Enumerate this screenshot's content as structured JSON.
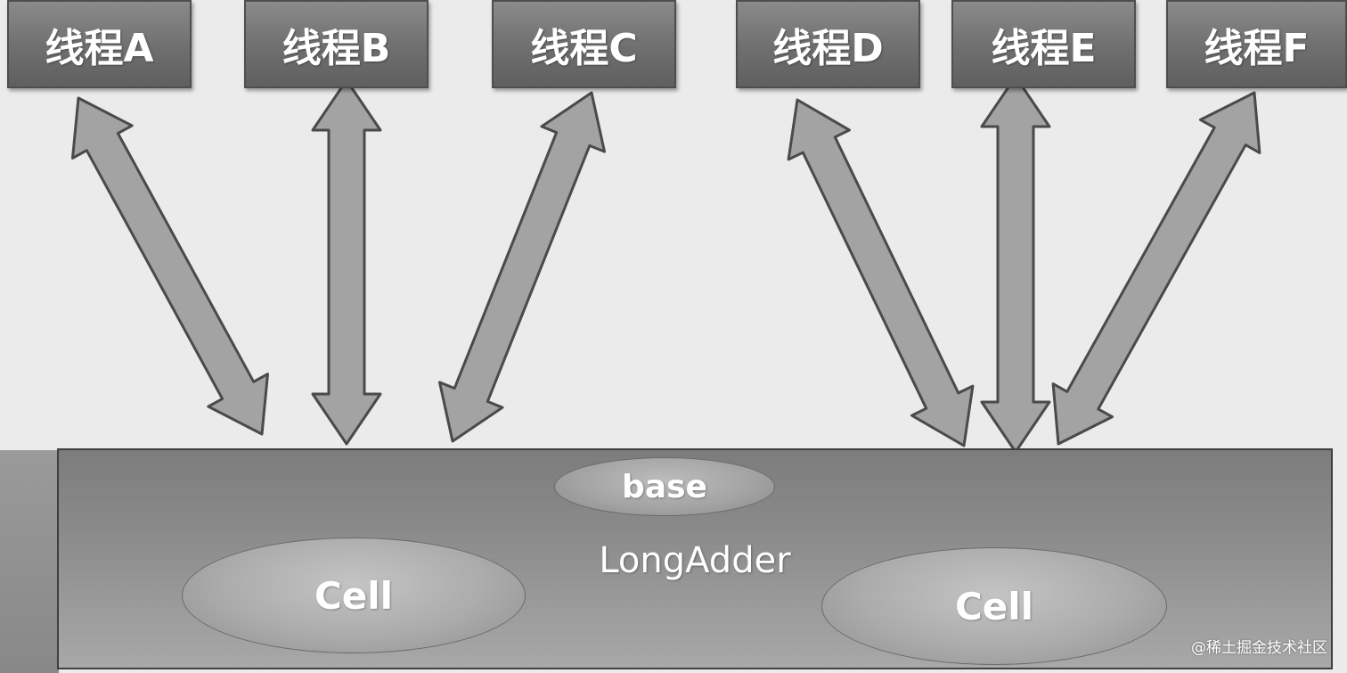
{
  "threads": {
    "a": "线程A",
    "b": "线程B",
    "c": "线程C",
    "d": "线程D",
    "e": "线程E",
    "f": "线程F"
  },
  "long_adder": {
    "label": "LongAdder",
    "base": "base",
    "cells": [
      "Cell",
      "Cell"
    ]
  },
  "watermark": "@稀土掘金技术社区",
  "colors": {
    "background": "#ebebeb",
    "box_fill": "#6f6f6f",
    "arrow_fill": "#a3a3a3",
    "arrow_stroke": "#4a4a4a",
    "text": "#ffffff"
  }
}
